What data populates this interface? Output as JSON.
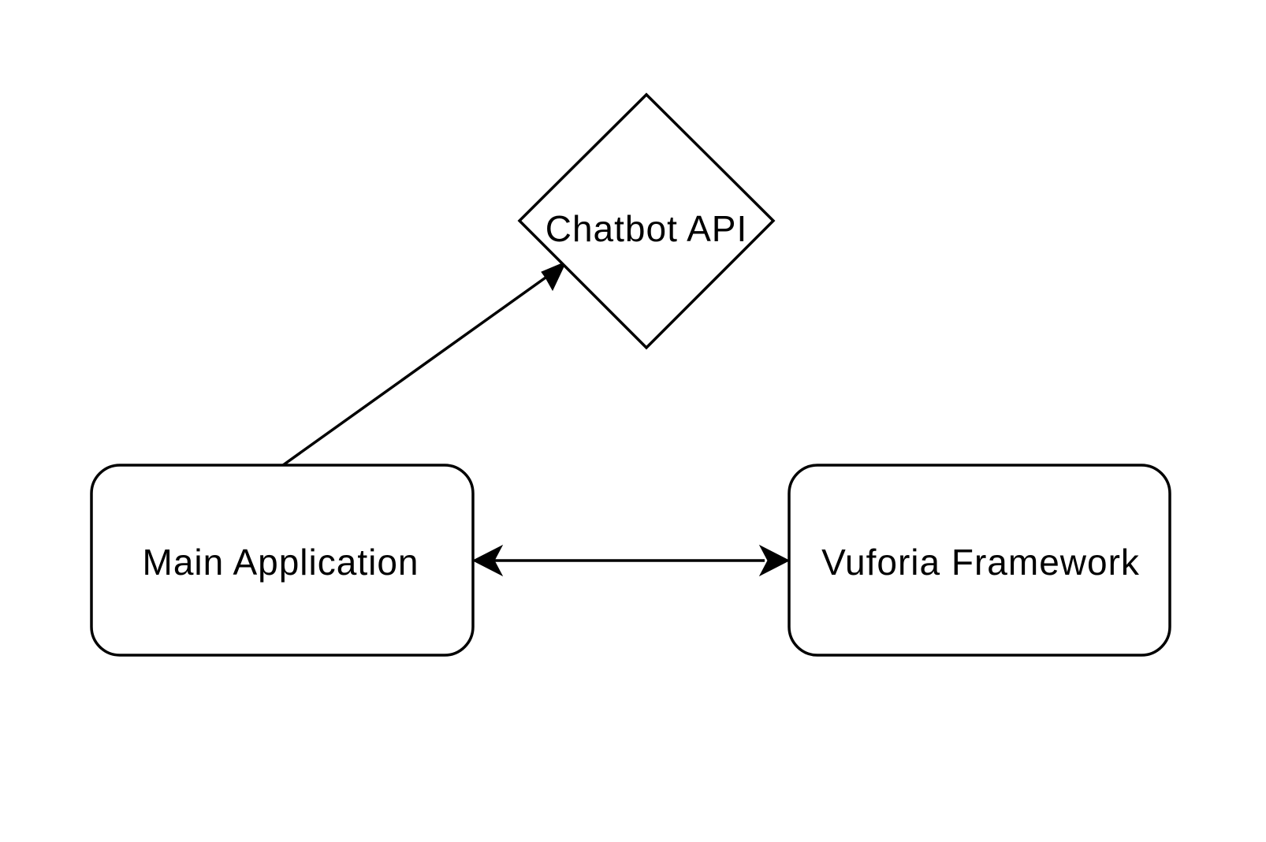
{
  "diagram": {
    "nodes": {
      "chatbot": {
        "label": "Chatbot API",
        "shape": "diamond"
      },
      "main_app": {
        "label": "Main Application",
        "shape": "rounded-rectangle"
      },
      "vuforia": {
        "label": "Vuforia Framework",
        "shape": "rounded-rectangle"
      }
    },
    "edges": [
      {
        "from": "Main Application",
        "to": "Chatbot API",
        "direction": "one-way"
      },
      {
        "from": "Main Application",
        "to": "Vuforia Framework",
        "direction": "two-way"
      }
    ]
  },
  "colors": {
    "stroke": "#000000",
    "fill": "#ffffff",
    "background": "#ffffff"
  }
}
